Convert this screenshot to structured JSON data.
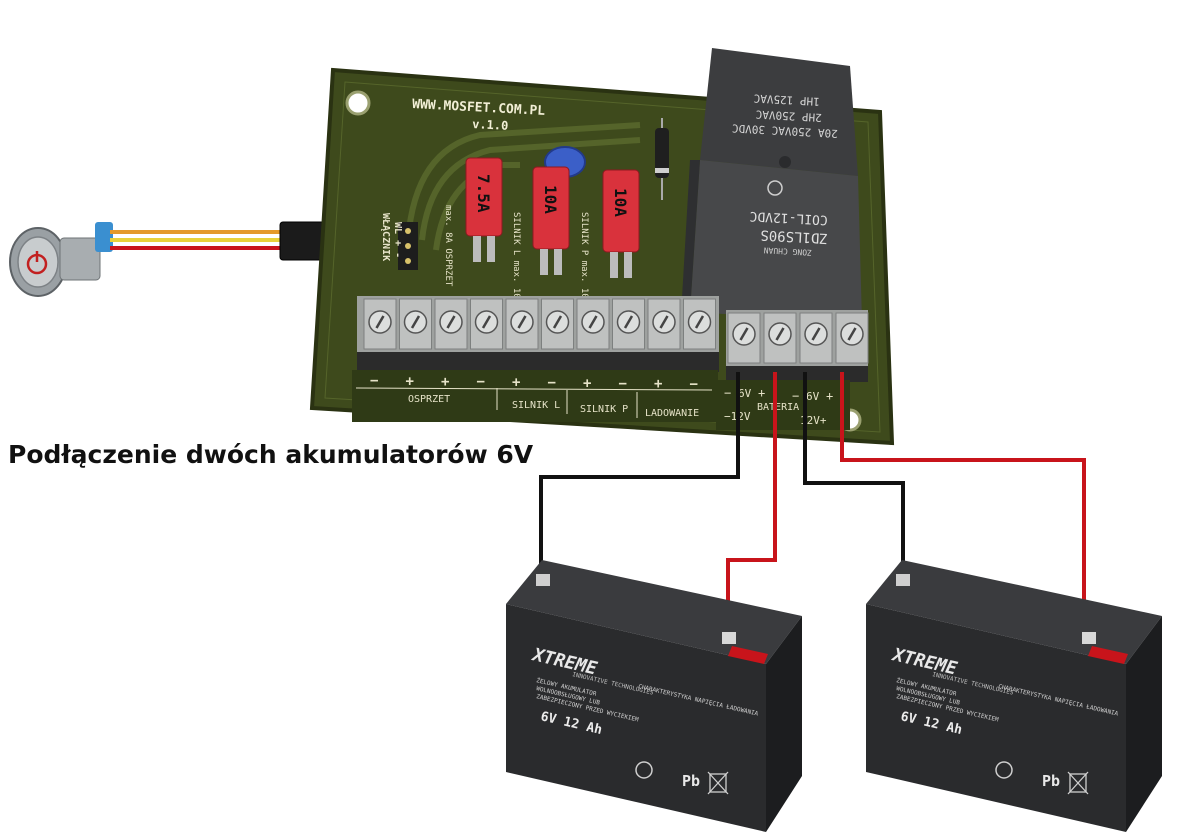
{
  "caption": "Podłączenie dwóch akumulatorów 6V",
  "board": {
    "url": "WWW.MOSFET.COM.PL",
    "version": "v.1.0",
    "fuses": [
      "7.5A",
      "10A",
      "10A"
    ],
    "fuse_notes": [
      "max. 8A OSPRZET",
      "SILNIK L max. 10A",
      "SILNIK P max. 10A"
    ],
    "switch_label": "WŁĄCZNIK",
    "switch_pins": "WL + -",
    "terminal_signs_main": [
      "−",
      "+",
      "+",
      "−",
      "+",
      "−",
      "+",
      "−",
      "+",
      "−"
    ],
    "groups": [
      "OSPRZET",
      "SILNIK L",
      "SILNIK P",
      "LADOWANIE"
    ],
    "battery_block": {
      "label": "BATERIA",
      "signs_top": [
        "−",
        "6V",
        "+",
        "−",
        "6V",
        "+"
      ],
      "signs_bottom": [
        "−12V",
        "12V+"
      ]
    }
  },
  "relay": {
    "ratings": [
      "1HP 125VAC",
      "2HP 250VAC",
      "20A 250VAC 30VDC"
    ],
    "model": "ZD1LS90S",
    "coil": "COIL-12VDC",
    "brand": "ZONG CHUAN"
  },
  "batteries": [
    {
      "brand": "XTREME",
      "tagline": "INNOVATIVE TECHNOLOGIES",
      "type_lines": [
        "ŻELOWY AKUMULATOR",
        "WOLNOOBSŁUGOWY LUB",
        "ZABEZPIECZONY PRZED WYCIEKIEM"
      ],
      "rating": "6V 12 Ah",
      "spec_title": "CHARAKTERYSTYKA NAPIĘCIA ŁADOWANIA",
      "pb": "Pb"
    },
    {
      "brand": "XTREME",
      "tagline": "INNOVATIVE TECHNOLOGIES",
      "type_lines": [
        "ŻELOWY AKUMULATOR",
        "WOLNOOBSŁUGOWY LUB",
        "ZABEZPIECZONY PRZED WYCIEKIEM"
      ],
      "rating": "6V 12 Ah",
      "spec_title": "CHARAKTERYSTYKA NAPIĘCIA ŁADOWANIA",
      "pb": "Pb"
    }
  ],
  "colors": {
    "pcb": "#3e4a1c",
    "pcb_edge": "#2a3212",
    "trace": "#55642a",
    "fuse": "#d9323c",
    "relay": "#3c3d3f",
    "terminal": "#bfc1c0",
    "battery": "#2a2b2d",
    "wire_red": "#c8141b",
    "wire_black": "#111111",
    "silk": "#e6e3c8"
  }
}
